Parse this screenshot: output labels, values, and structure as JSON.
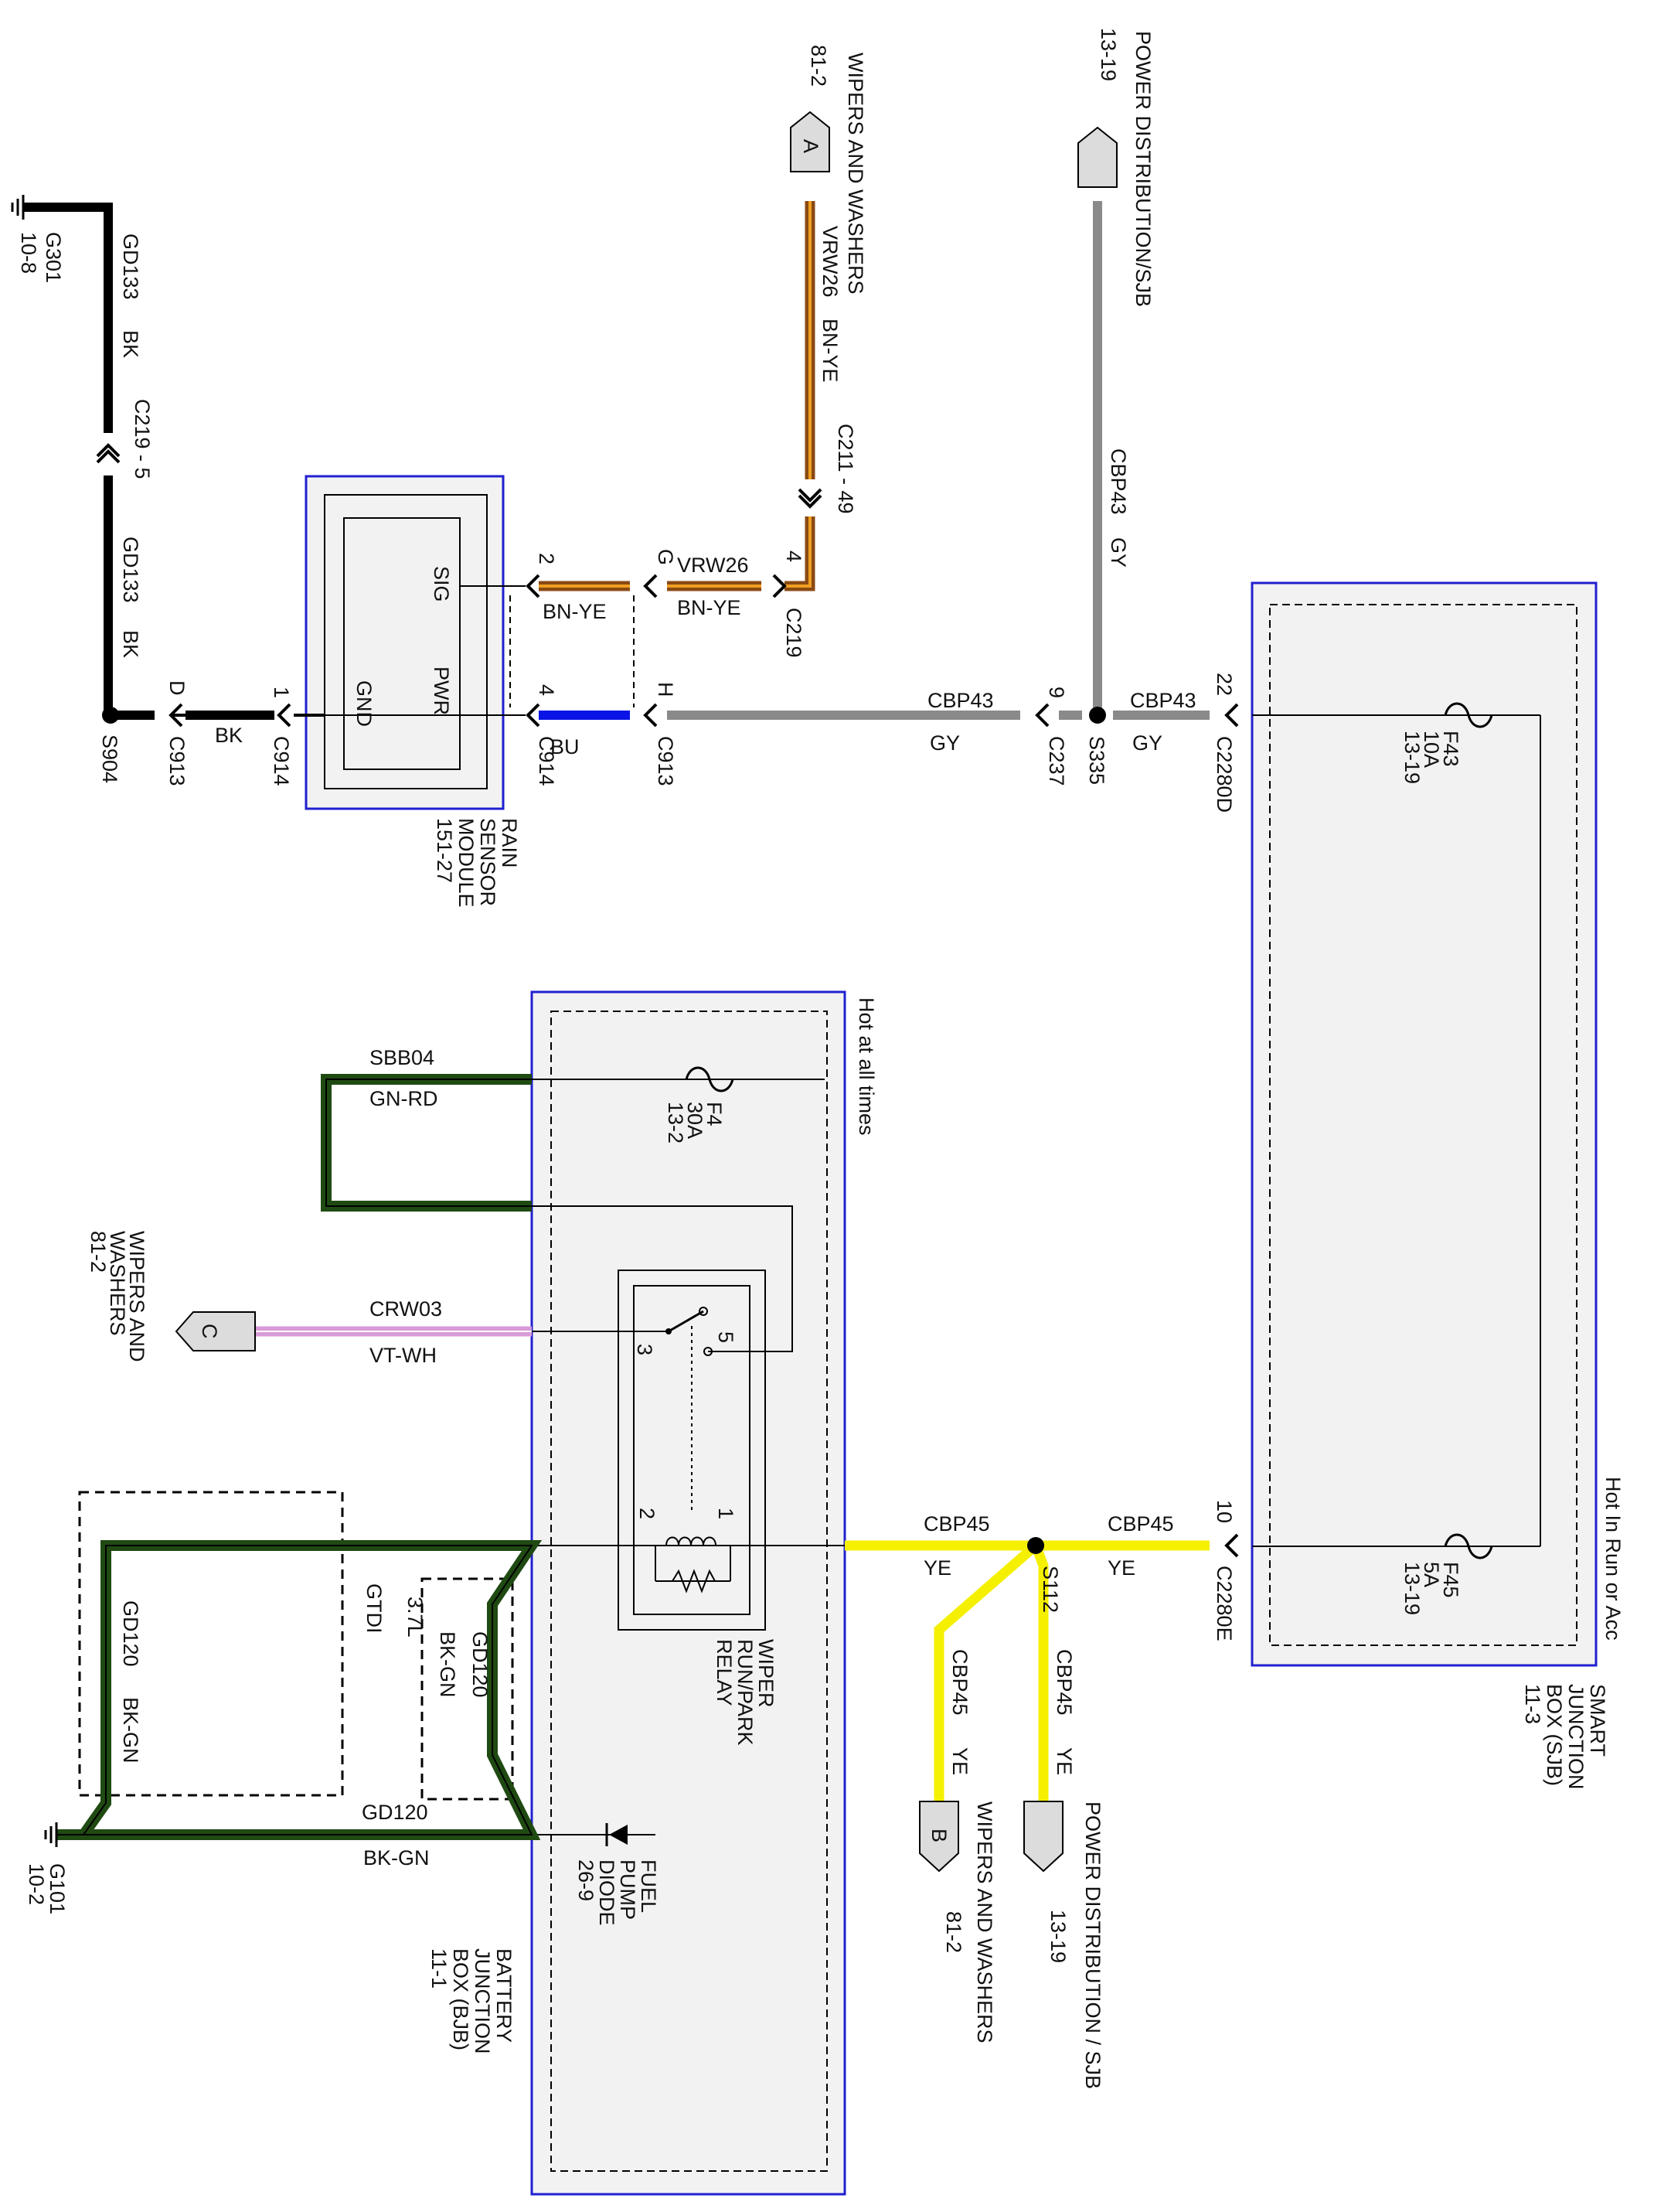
{
  "colors": {
    "black": "#000000",
    "gray": "#8a8a8a",
    "blue": "#0a14e6",
    "yellow": "#f4f000",
    "brown": "#8a4a14",
    "brown_stripe": "#f0a020",
    "green": "#1f4a12",
    "green_stripe": "#000000",
    "violet": "#d89ad8",
    "violet_stripe": "#ffffff",
    "box_border": "#2020d0",
    "box_fill": "#f2f2f2"
  },
  "ground_g301": {
    "id": "G301",
    "page": "10-8"
  },
  "ground_g101": {
    "id": "G101",
    "page": "10-2"
  },
  "wire_gd133_top": {
    "circuit": "GD133",
    "color": "BK"
  },
  "connector_c219_5": {
    "label": "C219 - 5"
  },
  "wire_gd133_bottom": {
    "circuit": "GD133",
    "color": "BK"
  },
  "splice_s904": {
    "label": "S904"
  },
  "conn_d": {
    "pin": "D",
    "name": "C913"
  },
  "wire_bk_short": {
    "color": "BK"
  },
  "conn_1": {
    "pin": "1",
    "name": "C914"
  },
  "rain_sensor": {
    "line1": "RAIN",
    "line2": "SENSOR",
    "line3": "MODULE",
    "page": "151-27",
    "gnd": "GND",
    "pwr": "PWR",
    "sig": "SIG"
  },
  "sig_pin": {
    "pin": "2"
  },
  "sig_wire": {
    "color": "BN-YE"
  },
  "conn_g": {
    "pin": "G"
  },
  "wire_vrw26_h": {
    "circuit": "VRW26",
    "color": "BN-YE"
  },
  "conn_c219_4": {
    "pin": "4",
    "name": "C219"
  },
  "connector_c211_49": {
    "label": "C211 - 49"
  },
  "wire_vrw26_v": {
    "circuit": "VRW26",
    "color": "BN-YE"
  },
  "wipers_a": {
    "letter": "A",
    "title": "WIPERS AND WASHERS",
    "page": "81-2"
  },
  "pwr_pin": {
    "pin": "4",
    "name": "C914"
  },
  "wire_bu": {
    "color": "BU"
  },
  "conn_h": {
    "pin": "H",
    "name": "C913"
  },
  "wire_cbp43_left": {
    "circuit": "CBP43",
    "color": "GY"
  },
  "conn_9": {
    "pin": "9",
    "name": "C237"
  },
  "splice_s335": {
    "label": "S335"
  },
  "wire_cbp43_right": {
    "circuit": "CBP43",
    "color": "GY"
  },
  "wire_cbp43_up": {
    "circuit": "CBP43",
    "color": "GY"
  },
  "pd_top": {
    "title": "POWER DISTRIBUTION/SJB",
    "page": "13-19"
  },
  "conn_22": {
    "pin": "22",
    "name": "C2280D"
  },
  "fuse_f43": {
    "name": "F43",
    "rating": "10A",
    "page": "13-19"
  },
  "sjb": {
    "line1": "SMART",
    "line2": "JUNCTION",
    "line3": "BOX (SJB)",
    "page": "11-3",
    "hot": "Hot In Run or Acc"
  },
  "fuse_f45": {
    "name": "F45",
    "rating": "5A",
    "page": "13-19"
  },
  "conn_10": {
    "pin": "10",
    "name": "C2280E"
  },
  "wire_cbp45_right": {
    "circuit": "CBP45",
    "color": "YE"
  },
  "splice_s112": {
    "label": "S112"
  },
  "wire_cbp45_left": {
    "circuit": "CBP45",
    "color": "YE"
  },
  "wire_cbp45_pd": {
    "circuit": "CBP45",
    "color": "YE"
  },
  "wire_cbp45_b": {
    "circuit": "CBP45",
    "color": "YE"
  },
  "pd_bottom": {
    "title": "POWER DISTRIBUTION / SJB",
    "page": "13-19"
  },
  "wipers_b": {
    "letter": "B",
    "title": "WIPERS AND WASHERS",
    "page": "81-2"
  },
  "bjb": {
    "line1": "BATTERY",
    "line2": "JUNCTION",
    "line3": "BOX (BJB)",
    "page": "11-1",
    "hot": "Hot at all times"
  },
  "fuse_f4": {
    "name": "F4",
    "rating": "30A",
    "page": "13-2"
  },
  "wire_sbb04": {
    "circuit": "SBB04",
    "color": "GN-RD"
  },
  "relay": {
    "line1": "WIPER",
    "line2": "RUN/PARK",
    "line3": "RELAY",
    "pin1": "1",
    "pin2": "2",
    "pin3": "3",
    "pin5": "5"
  },
  "wire_crw03": {
    "circuit": "CRW03",
    "color": "VT-WH"
  },
  "wipers_c": {
    "letter": "C",
    "title1": "WIPERS AND",
    "title2": "WASHERS",
    "page": "81-2"
  },
  "diode": {
    "line1": "FUEL",
    "line2": "PUMP",
    "line3": "DIODE",
    "page": "26-9"
  },
  "wire_gd120_bottom": {
    "circuit": "GD120",
    "color": "BK-GN"
  },
  "wire_gd120_37l": {
    "circuit": "GD120",
    "color": "BK-GN",
    "engine": "3.7L"
  },
  "wire_gd120_gtdi": {
    "circuit": "GD120",
    "color": "BK-GN",
    "engine": "GTDI"
  }
}
